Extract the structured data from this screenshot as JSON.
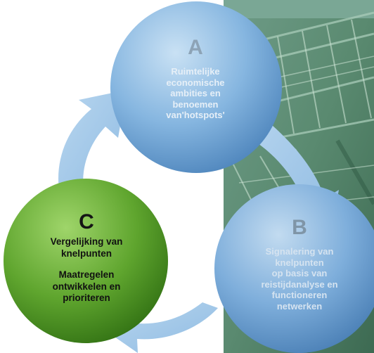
{
  "diagram": {
    "nodes": [
      {
        "id": "A",
        "letter": "A",
        "lines": [
          "Ruimtelijke",
          "economische",
          "ambities en",
          "benoemen",
          "van'hotspots'"
        ]
      },
      {
        "id": "B",
        "letter": "B",
        "lines": [
          "Signalering van",
          "knelpunten",
          "op basis van",
          "reistijdanalyse en",
          "functioneren",
          "netwerken"
        ]
      },
      {
        "id": "C",
        "letter": "C",
        "lines_top": [
          "Vergelijking van",
          "knelpunten"
        ],
        "lines_bottom": [
          "Maatregelen",
          "ontwikkelen en",
          "prioriteren"
        ]
      }
    ],
    "cycle_direction": "clockwise",
    "colors": {
      "blue_circle": "#7fb1de",
      "green_circle": "#4f9a24",
      "arrow": "#9ec3e4",
      "photo_background": "#5c8b73"
    }
  }
}
